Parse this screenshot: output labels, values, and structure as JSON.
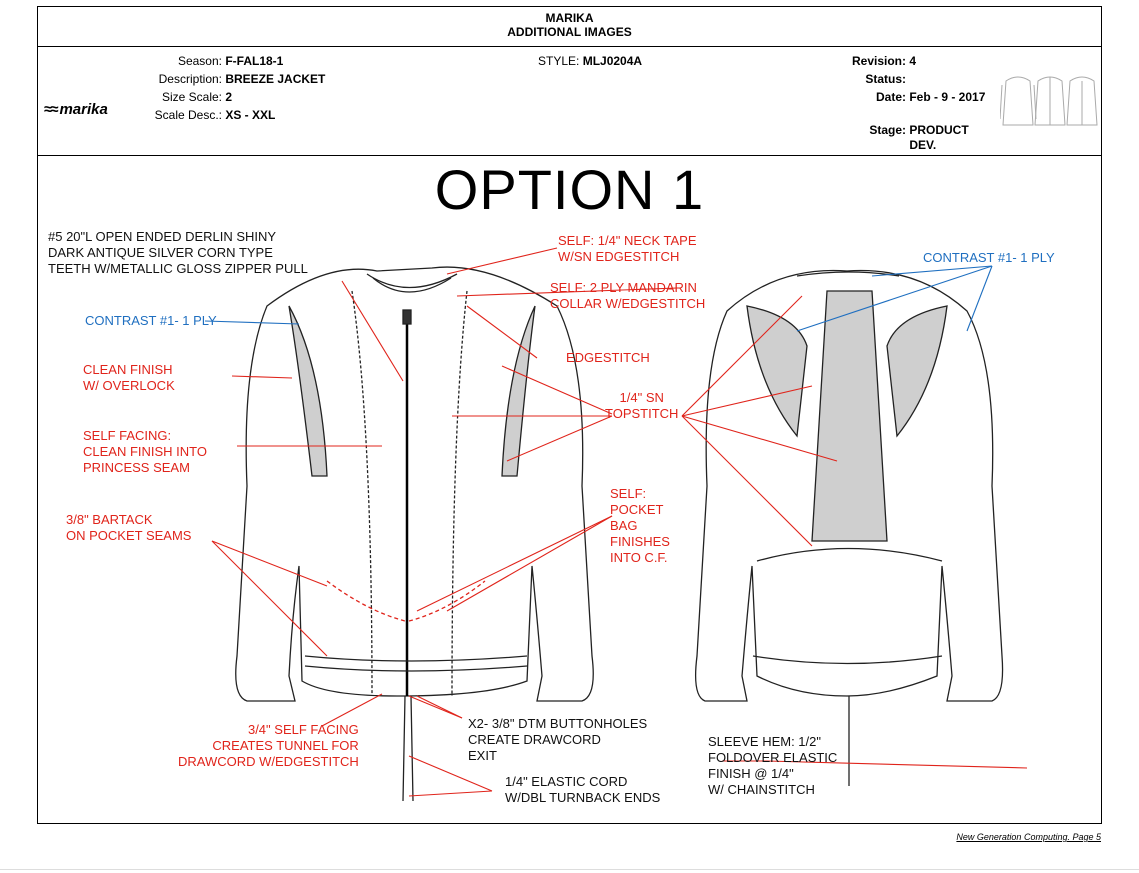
{
  "header": {
    "brand": "MARIKA",
    "subtitle": "ADDITIONAL IMAGES"
  },
  "logo": {
    "text": "marika",
    "mark": "wave-logo-icon"
  },
  "meta": {
    "season_label": "Season:",
    "season": "F-FAL18-1",
    "description_label": "Description:",
    "description": "BREEZE JACKET",
    "size_scale_label": "Size Scale:",
    "size_scale": "2",
    "scale_desc_label": "Scale Desc.:",
    "scale_desc": "XS - XXL",
    "style_label": "STYLE:",
    "style": "MLJ0204A",
    "revision_label": "Revision:",
    "revision": "4",
    "status_label": "Status:",
    "status": "",
    "date_label": "Date:",
    "date": "Feb - 9 - 2017",
    "stage_label": "Stage:",
    "stage": "PRODUCT\nDEV."
  },
  "option_title": "OPTION 1",
  "annotations": {
    "zipper": "#5 20\"L OPEN ENDED DERLIN SHINY\nDARK ANTIQUE SILVER CORN TYPE\nTEETH w/METALLIC GLOSS ZIPPER PULL",
    "neck_tape": "SELF: 1/4\" NECK TAPE\nw/SN EDGESTITCH",
    "collar": "SELF: 2 PLY MANDARIN\nCOLLAR w/EDGESTITCH",
    "contrast_front": "CONTRAST #1- 1 PLY",
    "contrast_back": "CONTRAST #1- 1 PLY",
    "clean_finish": "CLEAN FINISH\nw/ OVERLOCK",
    "edgestitch": "EDGESTITCH",
    "topstitch": "1/4\" SN\nTOPSTITCH",
    "self_facing": "SELF FACING:\nCLEAN FINISH INTO\nPRINCESS SEAM",
    "bartack": "3/8\" BARTACK\nON POCKET SEAMS",
    "pocket_bag": "SELF:\nPOCKET\nBAG\nFINISHES\nINTO C.F.",
    "tunnel": "3/4\" SELF FACING\nCREATES TUNNEL FOR\nDRAWCORD w/EDGESTITCH",
    "buttonholes": "x2- 3/8\" DTM BUTTONHOLES\nCREATE DRAWCORD\nEXIT",
    "elastic_cord": "1/4\" ELASTIC CORD\nw/DBL TURNBACK ENDS",
    "sleeve_hem": "SLEEVE HEM: 1/2\"\nFOLDOVER ELASTIC\nFINISH @ 1/4\"\nw/ CHAINSTITCH"
  },
  "colors": {
    "red": "#e0241b",
    "blue": "#1f6fc0",
    "contrast_fill": "#cfcfcf"
  },
  "footer": "New Generation Computing. Page 5"
}
